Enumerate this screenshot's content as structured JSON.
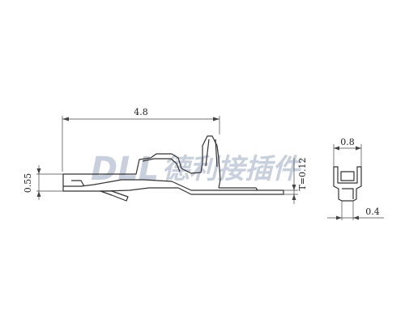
{
  "diagram": {
    "dimensions": {
      "length": "4.8",
      "height": "0.55",
      "thickness": "T=0.12",
      "width": "0.8",
      "gap": "0.4"
    },
    "watermark": {
      "latin": "DLL",
      "chinese": "德利接插件"
    },
    "colors": {
      "background": "#ffffff",
      "outline": "#333333",
      "dimension": "#444444",
      "watermark": "#c9d0dd"
    }
  }
}
